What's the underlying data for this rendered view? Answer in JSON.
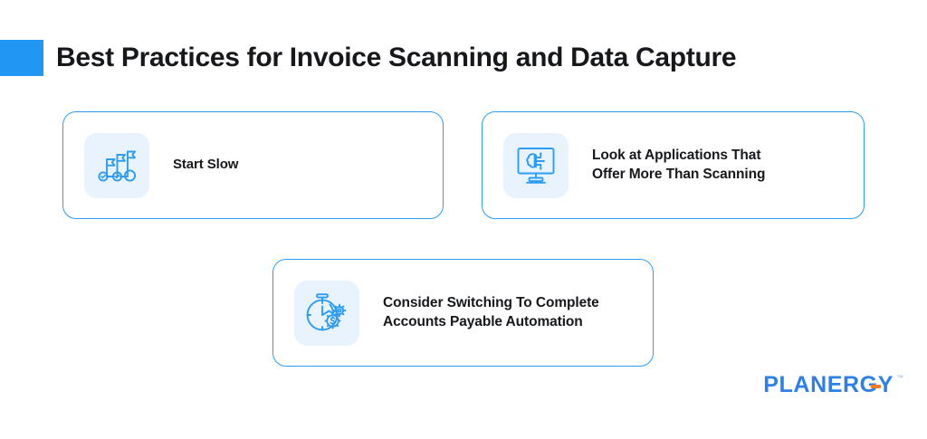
{
  "header": {
    "title": "Best Practices for Invoice Scanning and Data Capture",
    "accent_color": "#2196f3"
  },
  "cards": [
    {
      "id": "start-slow",
      "icon": "milestones-flags-icon",
      "label": "Start Slow"
    },
    {
      "id": "applications-more-than-scanning",
      "icon": "monitor-ai-brain-icon",
      "label_line_1": "Look at Applications That",
      "label_line_2": "Offer More Than Scanning"
    },
    {
      "id": "accounts-payable-automation",
      "icon": "stopwatch-gear-dollar-icon",
      "label_line_1": "Consider Switching To Complete",
      "label_line_2": "Accounts Payable Automation"
    }
  ],
  "logo": {
    "word": "PLANERGY",
    "trademark": "™",
    "color": "#2f7fe8",
    "accent_color": "#f47b20"
  },
  "theme": {
    "background": "#ffffff",
    "card_border": "#2d9cf5",
    "icon_tile_background": "#e8f3fd",
    "icon_stroke": "#2d9cf5",
    "text_color": "#16181c"
  }
}
